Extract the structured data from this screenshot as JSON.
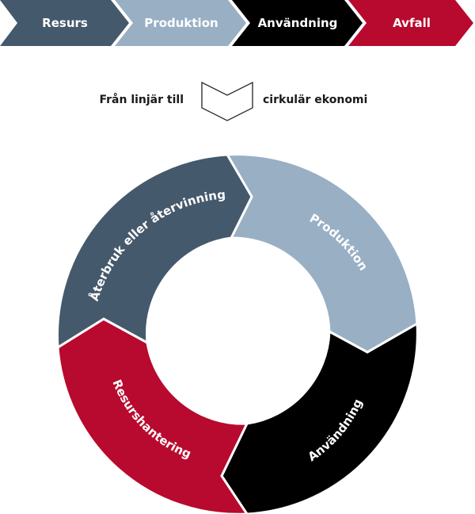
{
  "linear_flow": {
    "steps": [
      {
        "label": "Resurs",
        "color": "#45596c"
      },
      {
        "label": "Produktion",
        "color": "#98afc4"
      },
      {
        "label": "Användning",
        "color": "#000000"
      },
      {
        "label": "Avfall",
        "color": "#b80a2e"
      }
    ]
  },
  "transition": {
    "left_text": "Från linjär till",
    "right_text": "cirkulär ekonomi",
    "arrow_icon": "chevron-down-outline-icon"
  },
  "circular_flow": {
    "segments": [
      {
        "label": "Produktion",
        "color": "#98afc4"
      },
      {
        "label": "Användning",
        "color": "#000000"
      },
      {
        "label": "Resurshantering",
        "color": "#b80a2e"
      },
      {
        "label": "Återbruk eller återvinning",
        "color": "#45596c"
      }
    ]
  }
}
